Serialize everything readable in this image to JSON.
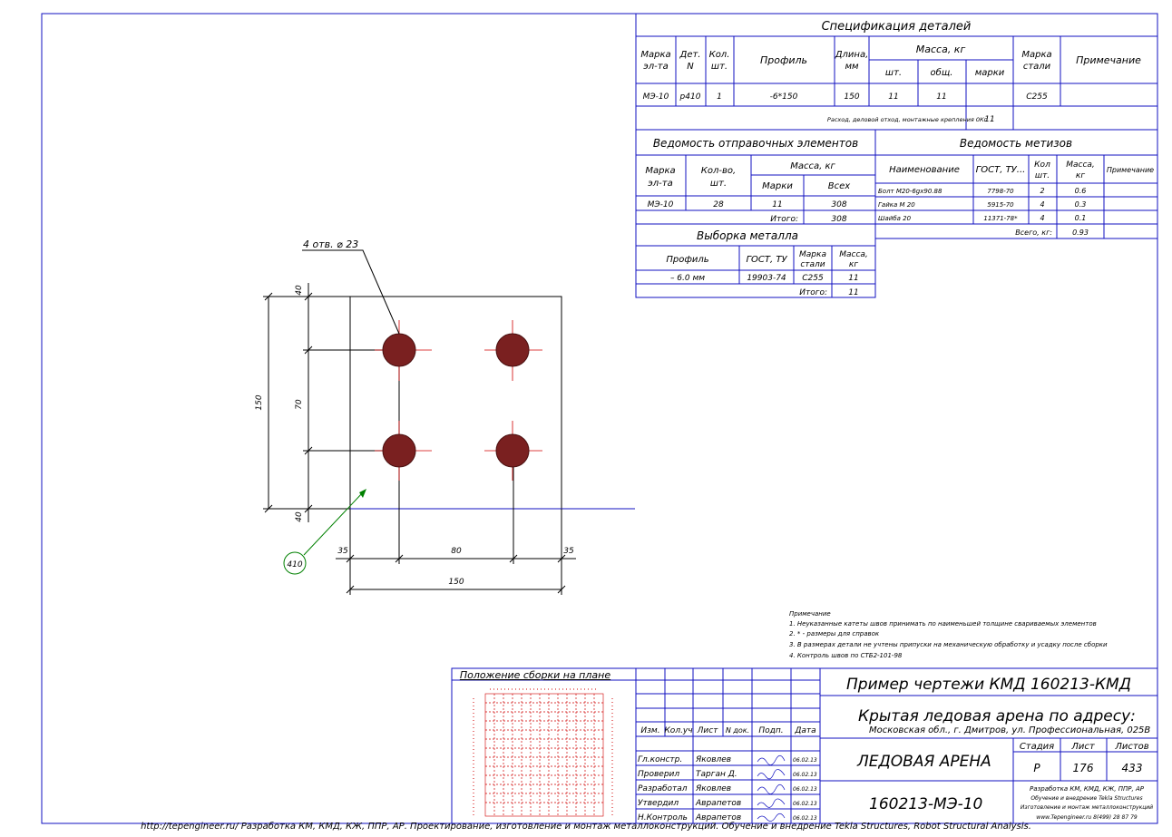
{
  "spec": {
    "title": "Спецификация деталей",
    "headers": {
      "marka": [
        "Марка",
        "эл-та"
      ],
      "det": [
        "Дет.",
        "N"
      ],
      "kol": [
        "Кол.",
        "шт."
      ],
      "profil": "Профиль",
      "dlina": [
        "Длина,",
        "мм"
      ],
      "massa": "Масса, кг",
      "sht": "шт.",
      "obsch": "общ.",
      "marki": "марки",
      "stal": [
        "Марка",
        "стали"
      ],
      "prim": "Примечание"
    },
    "row": {
      "marka": "МЭ-10",
      "det": "р410",
      "kol": "1",
      "profil": "-6*150",
      "dlina": "150",
      "sht": "11",
      "obsch": "11",
      "marki": "",
      "stal": "С255",
      "prim": ""
    },
    "weld_note": "Расход, деловой отход, монтажные крепления 0Кг",
    "weld_value": "11"
  },
  "shipping": {
    "title": "Ведомость отправочных элементов",
    "headers": {
      "marka": [
        "Марка",
        "эл-та"
      ],
      "qty": [
        "Кол-во,",
        "шт."
      ],
      "massa": "Масса, кг",
      "marki": "Марки",
      "vsego": "Всех"
    },
    "row": {
      "marka": "МЭ-10",
      "qty": "28",
      "marki": "11",
      "vsego": "308"
    },
    "total_label": "Итого:",
    "total_value": "308"
  },
  "hardware": {
    "title": "Ведомость метизов",
    "headers": {
      "name": "Наименование",
      "gost": "ГОСТ, ТУ...",
      "qty": [
        "Кол",
        "шт."
      ],
      "massa": [
        "Масса,",
        "кг"
      ],
      "prim": "Примечание"
    },
    "rows": [
      {
        "name": "Болт М20-6gх90.88",
        "gost": "7798-70",
        "qty": "2",
        "massa": "0.6"
      },
      {
        "name": "Гайка М 20",
        "gost": "5915-70",
        "qty": "4",
        "massa": "0.3"
      },
      {
        "name": "Шайба 20",
        "gost": "11371-78*",
        "qty": "4",
        "massa": "0.1"
      }
    ],
    "total_label": "Всего, кг:",
    "total_value": "0.93"
  },
  "metal": {
    "title": "Выборка металла",
    "headers": {
      "profil": "Профиль",
      "gost": "ГОСТ, ТУ",
      "stal": [
        "Марка",
        "стали"
      ],
      "massa": [
        "Масса,",
        "кг"
      ]
    },
    "row": {
      "profil": "– 6.0 мм",
      "gost": "19903-74",
      "stal": "С255",
      "massa": "11"
    },
    "total_label": "Итого:",
    "total_value": "11"
  },
  "drawing": {
    "callout_holes": "4 отв. ⌀ 23",
    "part_number": "410",
    "dim_top_40": "40",
    "dim_70": "70",
    "dim_bottom_40": "40",
    "dim_150_vert": "150",
    "dim_35_left": "35",
    "dim_80": "80",
    "dim_35_right": "35",
    "dim_150_horiz": "150",
    "hole_fill_color": "#7a2020",
    "centerline_color": "#d00000"
  },
  "notes": {
    "title": "Примечание",
    "items": [
      "1. Неуказанные катеты швов принимать по наименьшей толщине свариваемых элементов",
      "2. * - размеры для справок",
      "3. В размерах детали не учтены припуски на механическую обработку и усадку после сборки",
      "4. Контроль швов по СТБ2-101-98"
    ]
  },
  "title_block": {
    "plan_title": "Положение сборки на плане",
    "rev_headers": [
      "Изм.",
      "Кол.уч",
      "Лист",
      "N док.",
      "Подп.",
      "Дата"
    ],
    "roles": [
      {
        "role": "Гл.констр.",
        "name": "Яковлев",
        "date": "06.02.13"
      },
      {
        "role": "Проверил",
        "name": "Тарган Д.",
        "date": "06.02.13"
      },
      {
        "role": "Разработал",
        "name": "Яковлев",
        "date": "06.02.13"
      },
      {
        "role": "Утвердил",
        "name": "Аврапетов",
        "date": "06.02.13"
      },
      {
        "role": "Н.Контроль",
        "name": "Аврапетов",
        "date": "06.02.13"
      }
    ],
    "project": "Пример чертежи КМД  160213-КМД",
    "object_title": "Крытая ледовая арена по адресу:",
    "object_address": "Московская обл., г. Дмитров, ул. Профессиональная, 025В",
    "building": "ЛЕДОВАЯ АРЕНА",
    "stage_label": "Стадия",
    "sheet_label": "Лист",
    "sheets_label": "Листов",
    "stage": "Р",
    "sheet": "176",
    "sheets": "433",
    "drawing_code": "160213-МЭ-10",
    "company_lines": [
      "Разработка КМ, КМД, КЖ, ППР, АР",
      "Обучение  и внедрение Tekla Structures",
      "Изготовление и монтаж металлоконструкций",
      "www.Tepengineer.ru          8(499) 28 87 79"
    ]
  },
  "footer": "http://tepengineer.ru/  Разработка КМ, КМД, КЖ, ППР, АР. Проектирование, изготовление и монтаж металлоконструкций. Обучение и внедрение Tekla Structures, Robot Structural Analysis."
}
